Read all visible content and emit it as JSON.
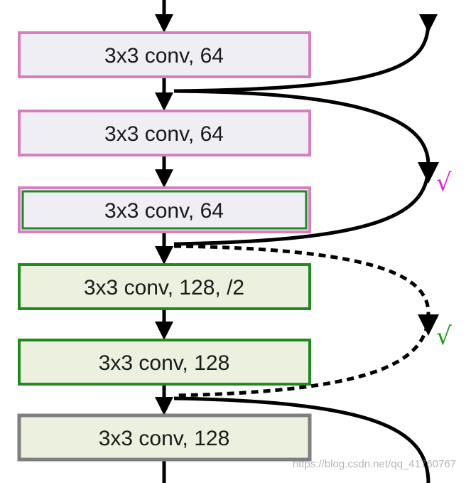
{
  "colors": {
    "pink_border": "#d67fbf",
    "pink_fill": "#f0eef5",
    "green_border": "#1f8a1f",
    "green_fill": "#ebf0df",
    "gray_border": "#7f7f7f",
    "arrow": "#000000",
    "check_pink": "#e020d8",
    "check_green": "#1a9a1a"
  },
  "nodes": [
    {
      "label": "3x3 conv, 64"
    },
    {
      "label": "3x3 conv, 64"
    },
    {
      "label": "3x3 conv, 64"
    },
    {
      "label": "3x3 conv, 128, /2"
    },
    {
      "label": "3x3 conv, 128"
    },
    {
      "label": "3x3 conv, 128"
    }
  ],
  "marks": {
    "check_top": "√",
    "check_bottom": "√"
  },
  "watermark": "https://blog.csdn.net/qq_41760767"
}
